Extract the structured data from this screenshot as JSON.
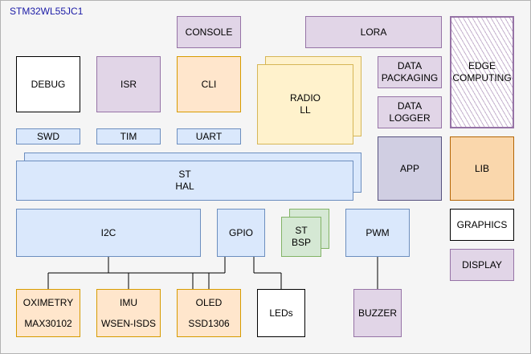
{
  "title": "STM32WL55JC1",
  "top": {
    "console": "CONSOLE",
    "lora": "LORA",
    "debug": "DEBUG",
    "isr": "ISR",
    "cli": "CLI",
    "radio": [
      "RADIO",
      "LL"
    ],
    "data_packaging": [
      "DATA",
      "PACKAGING"
    ],
    "data_logger": [
      "DATA",
      "LOGGER"
    ],
    "edge_computing": [
      "EDGE",
      "COMPUTING"
    ],
    "swd": "SWD",
    "tim": "TIM",
    "uart": "UART",
    "app": "APP",
    "lib": "LIB"
  },
  "middle": {
    "st_hal": [
      "ST",
      "HAL"
    ],
    "i2c": "I2C",
    "gpio": "GPIO",
    "st_bsp": [
      "ST",
      "BSP"
    ],
    "pwm": "PWM",
    "graphics": "GRAPHICS",
    "display": "DISPLAY"
  },
  "bottom": {
    "oximetry": [
      "OXIMETRY",
      "MAX30102"
    ],
    "imu": [
      "IMU",
      "WSEN-ISDS"
    ],
    "oled": [
      "OLED",
      "SSD1306"
    ],
    "leds": "LEDs",
    "buzzer": "BUZZER"
  }
}
